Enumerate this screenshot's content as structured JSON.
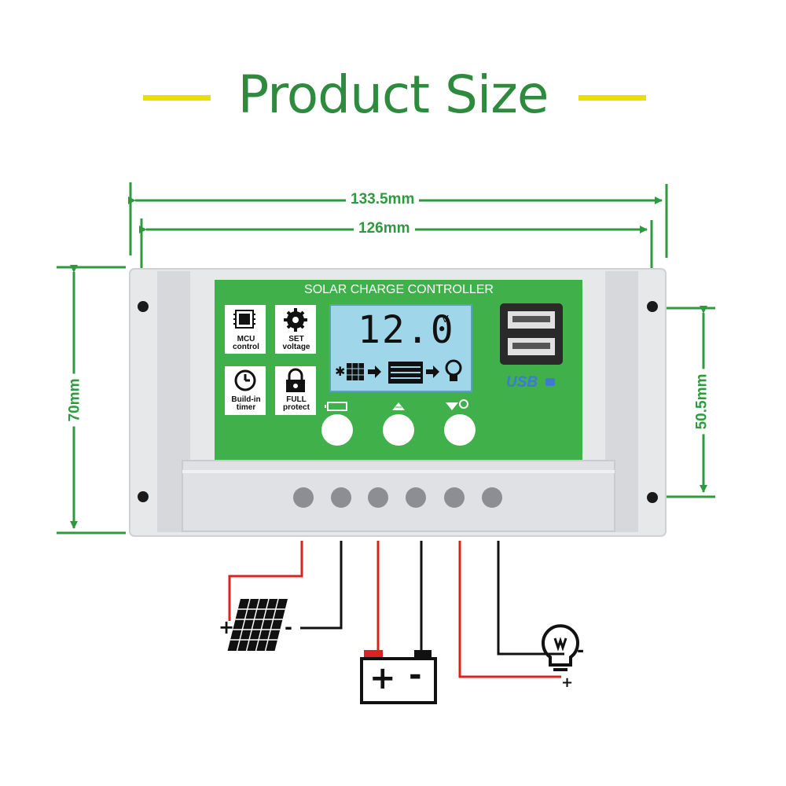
{
  "title": "Product Size",
  "dimensions": {
    "outer_width": "133.5mm",
    "inner_width": "126mm",
    "height": "70mm",
    "hole_spacing": "50.5mm"
  },
  "device": {
    "panel_title": "SOLAR CHARGE CONTROLLER",
    "display_value": "12.0",
    "display_unit": "V",
    "usb_label": "USB",
    "features": [
      {
        "icon": "chip-icon",
        "line1": "MCU",
        "line2": "control"
      },
      {
        "icon": "gear-icon",
        "line1": "SET",
        "line2": "voltage"
      },
      {
        "icon": "clock-icon",
        "line1": "Build-in",
        "line2": "timer"
      },
      {
        "icon": "lock-icon",
        "line1": "FULL",
        "line2": "protect"
      }
    ],
    "buttons": [
      {
        "icon": "battery-icon"
      },
      {
        "icon": "up-arrow-icon"
      },
      {
        "icon": "down-arrow-bulb-icon"
      }
    ]
  },
  "wiring": {
    "solar_plus": "+",
    "solar_minus": "-",
    "battery_plus": "+",
    "battery_minus": "-",
    "load_minus": "-",
    "load_plus": "+"
  },
  "colors": {
    "title_green": "#2e8b3e",
    "dimension_green": "#2e9a3e",
    "accent_yellow": "#e8e000",
    "panel_green": "#3fb04a",
    "lcd_blue": "#9fd6ea",
    "wire_red": "#d8241f"
  }
}
